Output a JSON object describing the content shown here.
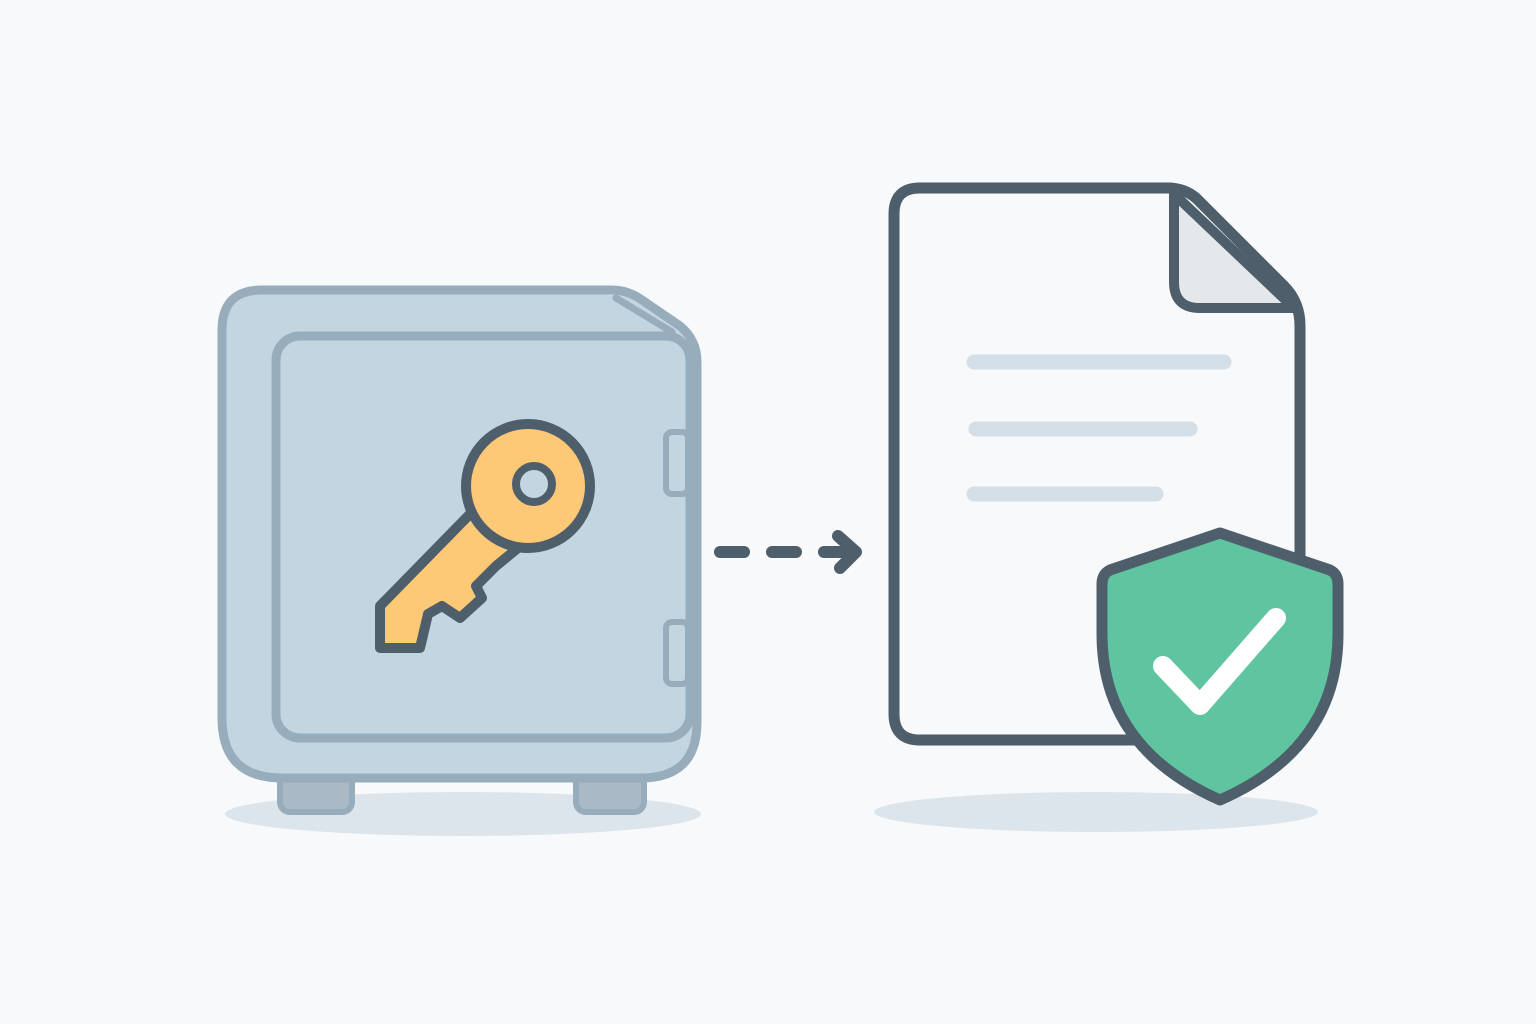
{
  "diagram": {
    "nodes": [
      {
        "id": "safe",
        "icon": "safe-icon",
        "contains_icon": "key-icon"
      },
      {
        "id": "document",
        "icon": "document-icon",
        "badge_icon": "shield-check-icon"
      }
    ],
    "edges": [
      {
        "from": "safe",
        "to": "document",
        "style": "dashed-arrow"
      }
    ],
    "document": {
      "text_line_count": 3
    }
  },
  "colors": {
    "background": "#f8f9fa",
    "safe_body": "#c3d5e0",
    "safe_outline": "#98adbc",
    "safe_feet": "#a9b9c5",
    "key_fill": "#fdc977",
    "outline_dark": "#4e5f6b",
    "document_fill": "#f8f9fa",
    "document_fold": "#e4e8eb",
    "document_lines": "#d4dee6",
    "shield_fill": "#5fc4a0",
    "check": "#ffffff",
    "shadow": "#dde5ec"
  }
}
